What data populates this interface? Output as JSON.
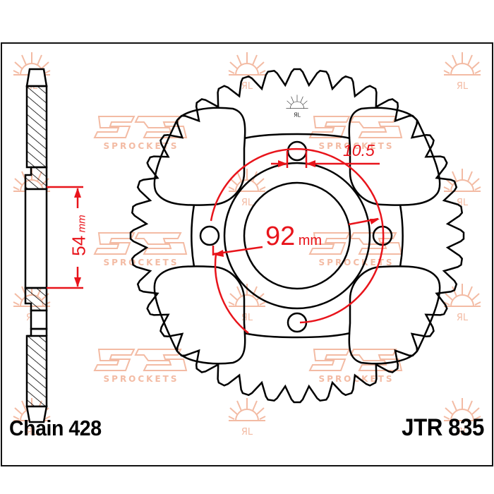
{
  "diagram": {
    "type": "sprocket-technical-drawing",
    "chain_label": "Chain 428",
    "part_number": "JTR 835",
    "dimensions": {
      "bore_spacing": {
        "value": "54",
        "unit": "mm"
      },
      "pcd": {
        "value": "92",
        "unit": "mm"
      },
      "bolt_hole": {
        "value": "10.5"
      }
    },
    "teeth_count_estimate": 40,
    "watermark": {
      "text": "SPROCKETS",
      "logo": "JT",
      "color": "#f2b49a"
    },
    "colors": {
      "outline": "#000000",
      "dimension": "#e8141b",
      "background": "#ffffff"
    }
  }
}
